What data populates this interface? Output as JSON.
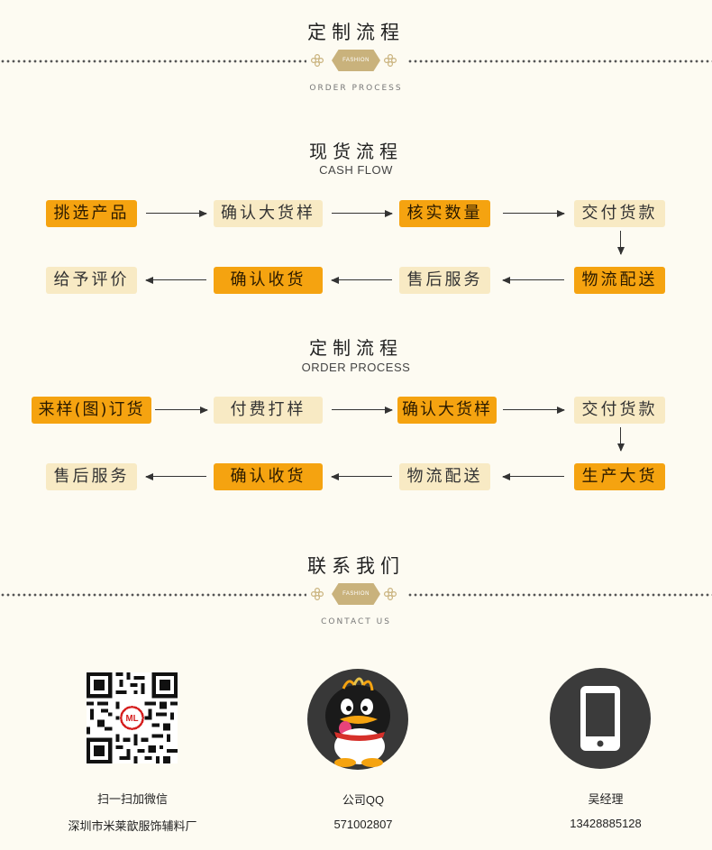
{
  "header": {
    "title": "定制流程",
    "badge": "FASHION",
    "subtitle": "ORDER PROCESS"
  },
  "cash_flow": {
    "title": "现货流程",
    "subtitle": "CASH FLOW",
    "row1": [
      "挑选产品",
      "确认大货样",
      "核实数量",
      "交付货款"
    ],
    "row2": [
      "给予评价",
      "确认收货",
      "售后服务",
      "物流配送"
    ]
  },
  "order_flow": {
    "title": "定制流程",
    "subtitle": "ORDER PROCESS",
    "row1": [
      "来样(图)订货",
      "付费打样",
      "确认大货样",
      "交付货款"
    ],
    "row2": [
      "售后服务",
      "确认收货",
      "物流配送",
      "生产大货"
    ]
  },
  "contact_header": {
    "title": "联系我们",
    "badge": "FASHION",
    "subtitle": "CONTACT US"
  },
  "contacts": [
    {
      "icon": "qr-code-icon",
      "line1": "扫一扫加微信",
      "line2": "深圳市米莱歆服饰辅料厂"
    },
    {
      "icon": "qq-penguin-icon",
      "line1": "公司QQ",
      "line2": "571002807"
    },
    {
      "icon": "mobile-phone-icon",
      "line1": "吴经理",
      "line2": "13428885128"
    }
  ],
  "colors": {
    "background": "#fdfbf2",
    "orange_box": "#f5a310",
    "light_box": "#f8eac4",
    "badge": "#c9b27c"
  }
}
